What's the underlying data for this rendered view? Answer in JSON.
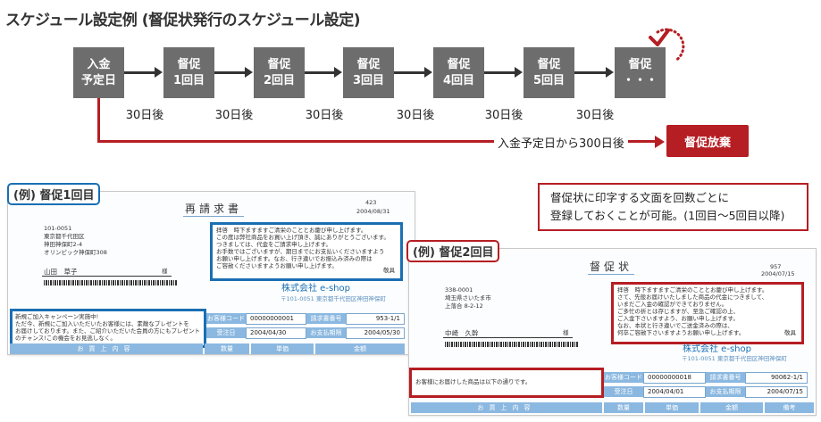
{
  "title": "スケジュール設定例 (督促状発行のスケジュール設定)",
  "flow": {
    "steps": [
      {
        "line1": "入金",
        "line2": "予定日"
      },
      {
        "line1": "督促",
        "line2": "1回目"
      },
      {
        "line1": "督促",
        "line2": "2回目"
      },
      {
        "line1": "督促",
        "line2": "3回目"
      },
      {
        "line1": "督促",
        "line2": "4回目"
      },
      {
        "line1": "督促",
        "line2": "5回目"
      },
      {
        "line1": "督促",
        "line2": "・・・"
      }
    ],
    "intervals": [
      "30日後",
      "30日後",
      "30日後",
      "30日後",
      "30日後",
      "30日後"
    ],
    "final_path_label": "入金予定日から300日後",
    "final_button": "督促放棄"
  },
  "note": {
    "line1": "督促状に印字する文面を回数ごとに",
    "line2": "登録しておくことが可能。(1回目～5回目以降)"
  },
  "example1": {
    "tag": "(例) 督促1回目",
    "doc_title": "再請求書",
    "number": "423",
    "date": "2004/08/31",
    "postal": "101-0051",
    "address_lines": [
      "東京都千代田区",
      "神田神保町2-4",
      "オリンピック神保町308"
    ],
    "recipient": "山田　草子",
    "honorific": "様",
    "message_lines": [
      "拝啓　時下ますますご清栄のこととお慶び申し上げます。",
      "この度は弊社商品をお買い上げ頂き、誠にありがとうございます。",
      "つきましては、代金をご請求申し上げます。",
      "お手数ではございますが、期日までにお支払いくださいますよう",
      "お願い申し上げます。なお、行き違いでお振込み済みの際は",
      "ご容赦くださいますようお願い申し上げます。"
    ],
    "closing": "敬具",
    "campaign_lines": [
      "新規ご加入キャンペーン実施中!",
      "ただ今、新規にご加入いただいたお客様には、素敵なプレゼントを",
      "お届けしております。また、ご紹介いただいた会員の方にもプレゼント",
      "のチャンス!この機会をお見逃しなく。"
    ],
    "shop": "株式会社 e-shop",
    "customer_code_label": "お客様コード",
    "customer_code": "00000000001",
    "invoice_no_label": "請求書番号",
    "invoice_no": "953-1/1",
    "order_date_label": "受注日",
    "order_date": "2004/04/30",
    "due_label": "お支払期限",
    "due": "2004/05/30",
    "col_headers": [
      "お買上内容",
      "数量",
      "単価",
      "金額"
    ]
  },
  "example2": {
    "tag": "(例) 督促2回目",
    "doc_title": "督促状",
    "number": "957",
    "date": "2004/07/15",
    "postal": "338-0001",
    "address_lines": [
      "埼玉県さいたま市",
      "上落合 8-2-12"
    ],
    "recipient": "中崎　久幹",
    "honorific": "様",
    "message_lines": [
      "拝啓　時下ますますご清栄のこととお慶び申し上げます。",
      "さて、先般お届けいたしました商品の代金につきまして、",
      "いまだご入金の確認ができておりません。",
      "ご多忙の折とは存じますが、至急ご確認の上、",
      "ご入金下さいますよう、お願い申し上げます。",
      "なお、本状と行き違いでご送金済みの際は、",
      "何卒ご容赦下さいますようお願い申し上げます。"
    ],
    "closing": "敬具",
    "notice": "お客様にお届けした商品は以下の通りです。",
    "shop": "株式会社 e-shop",
    "customer_code_label": "お客様コード",
    "customer_code": "00000000018",
    "invoice_no_label": "請求書番号",
    "invoice_no": "90062-1/1",
    "order_date_label": "受注日",
    "order_date": "2004/04/01",
    "due_label": "お支払期限",
    "due": "2004/07/15",
    "col_headers": [
      "お買上内容",
      "数量",
      "単価",
      "金額",
      "備考"
    ]
  },
  "colors": {
    "accent_red": "#b51e23",
    "accent_blue": "#1a6fb3",
    "box_gray": "#6d6d6d"
  }
}
